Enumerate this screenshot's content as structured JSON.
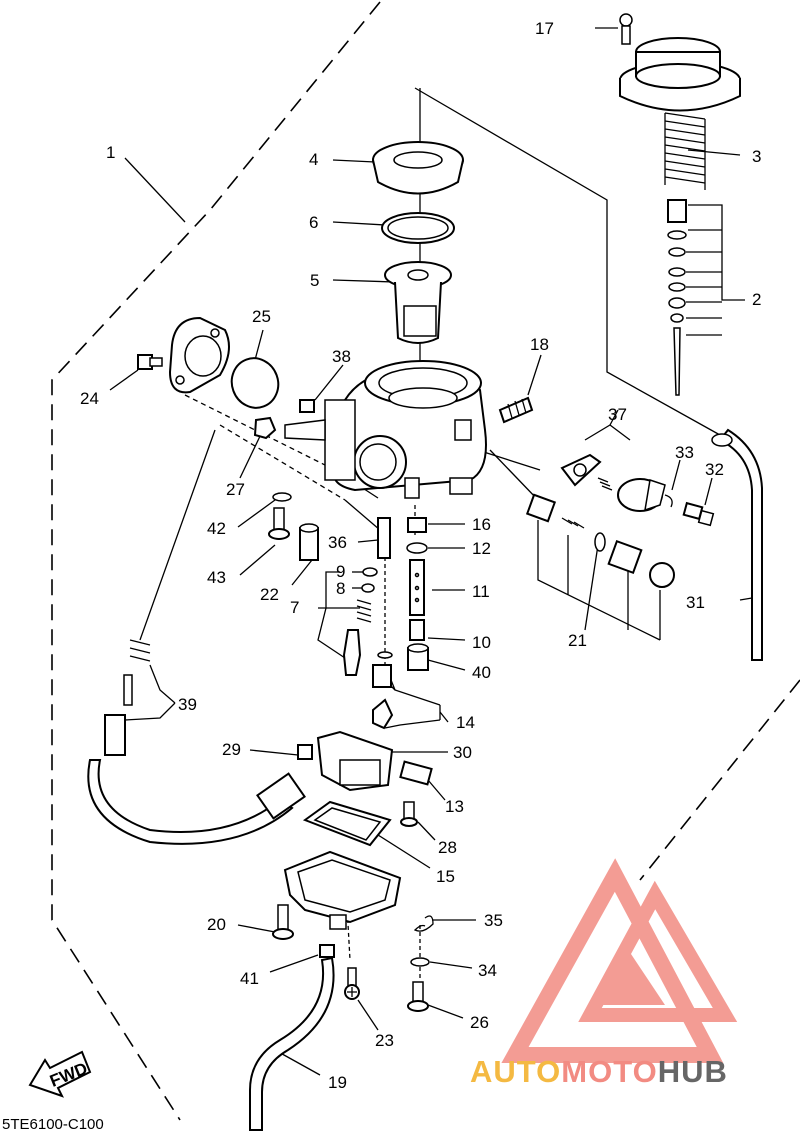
{
  "diagram": {
    "code": "5TE6100-C100",
    "fwd_label": "FWD",
    "callouts": [
      "1",
      "2",
      "3",
      "4",
      "5",
      "6",
      "7",
      "8",
      "9",
      "10",
      "11",
      "12",
      "13",
      "14",
      "15",
      "16",
      "17",
      "18",
      "19",
      "20",
      "21",
      "22",
      "23",
      "24",
      "25",
      "26",
      "27",
      "28",
      "29",
      "30",
      "31",
      "32",
      "33",
      "34",
      "35",
      "36",
      "37",
      "38",
      "39",
      "40",
      "41",
      "42",
      "43"
    ]
  },
  "watermark": {
    "part1": "AUTO",
    "part2": "MOTO",
    "part3": "HUB",
    "colors": {
      "auto": "#f4b942",
      "moto": "#f28b82",
      "hub": "#666666",
      "logo": "#f28b82"
    }
  }
}
